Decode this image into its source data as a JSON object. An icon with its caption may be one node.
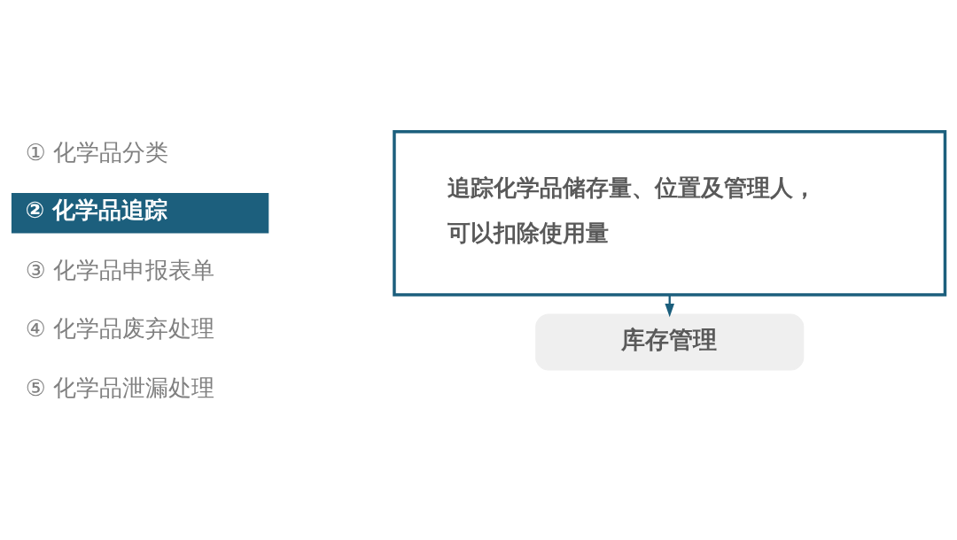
{
  "diagram": {
    "nodes": [
      {
        "text": [
          "② 化学品追踪"
        ]
      },
      {
        "text": [
          "追踪化学品储存量、位置及管理人，可以扣除使用量"
        ]
      },
      {
        "text": [
          "库存管理"
        ]
      }
    ],
    "edges": [
      {
        "from": 1,
        "to": 2,
        "arrow": "to"
      }
    ],
    "labels": [
      "① 化学品分类",
      "③ 化学品申报表单",
      "④ 化学品废弃处理",
      "⑤ 化学品泄漏处理"
    ]
  }
}
